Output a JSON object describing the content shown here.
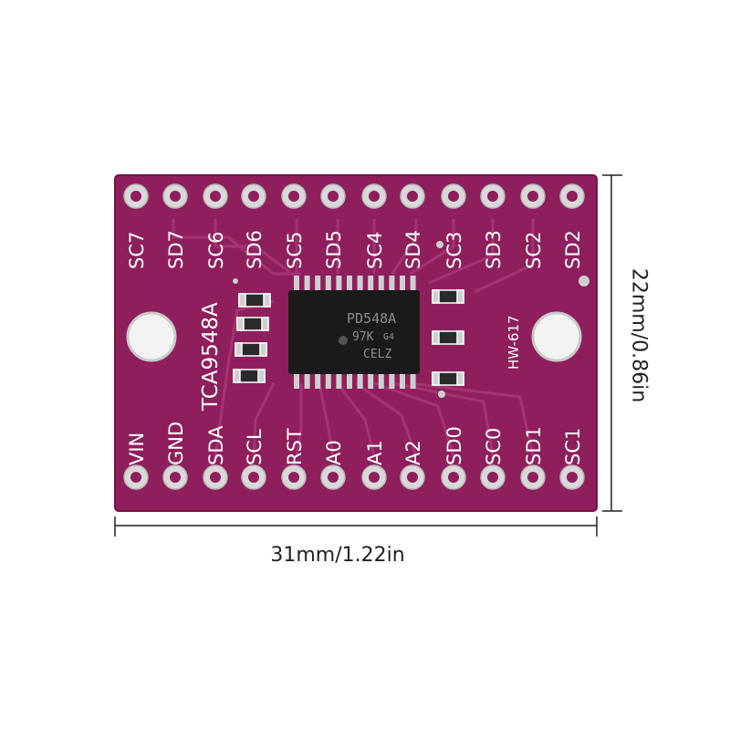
{
  "board": {
    "colors": {
      "pcb": "#8e1f5c",
      "pcb_dark": "#6f1547",
      "trace": "#a53373",
      "silkscreen": "#ffffff",
      "pad": "#d9d9d9",
      "chip": "#1a1a1a"
    },
    "top_pins": [
      "SC7",
      "SD7",
      "SC6",
      "SD6",
      "SC5",
      "SD5",
      "SC4",
      "SD4",
      "SC3",
      "SD3",
      "SC2",
      "SD2"
    ],
    "bottom_pins": [
      "VIN",
      "GND",
      "SDA",
      "SCL",
      "RST",
      "A0",
      "A1",
      "A2",
      "SD0",
      "SC0",
      "SD1",
      "SC1"
    ],
    "chip_part": "TCA9548A",
    "chip_marking": [
      "PD548A",
      "97K",
      "G4",
      "CELZ"
    ],
    "model": "HW-617"
  },
  "dimensions": {
    "width": "31mm/1.22in",
    "height": "22mm/0.86in"
  }
}
